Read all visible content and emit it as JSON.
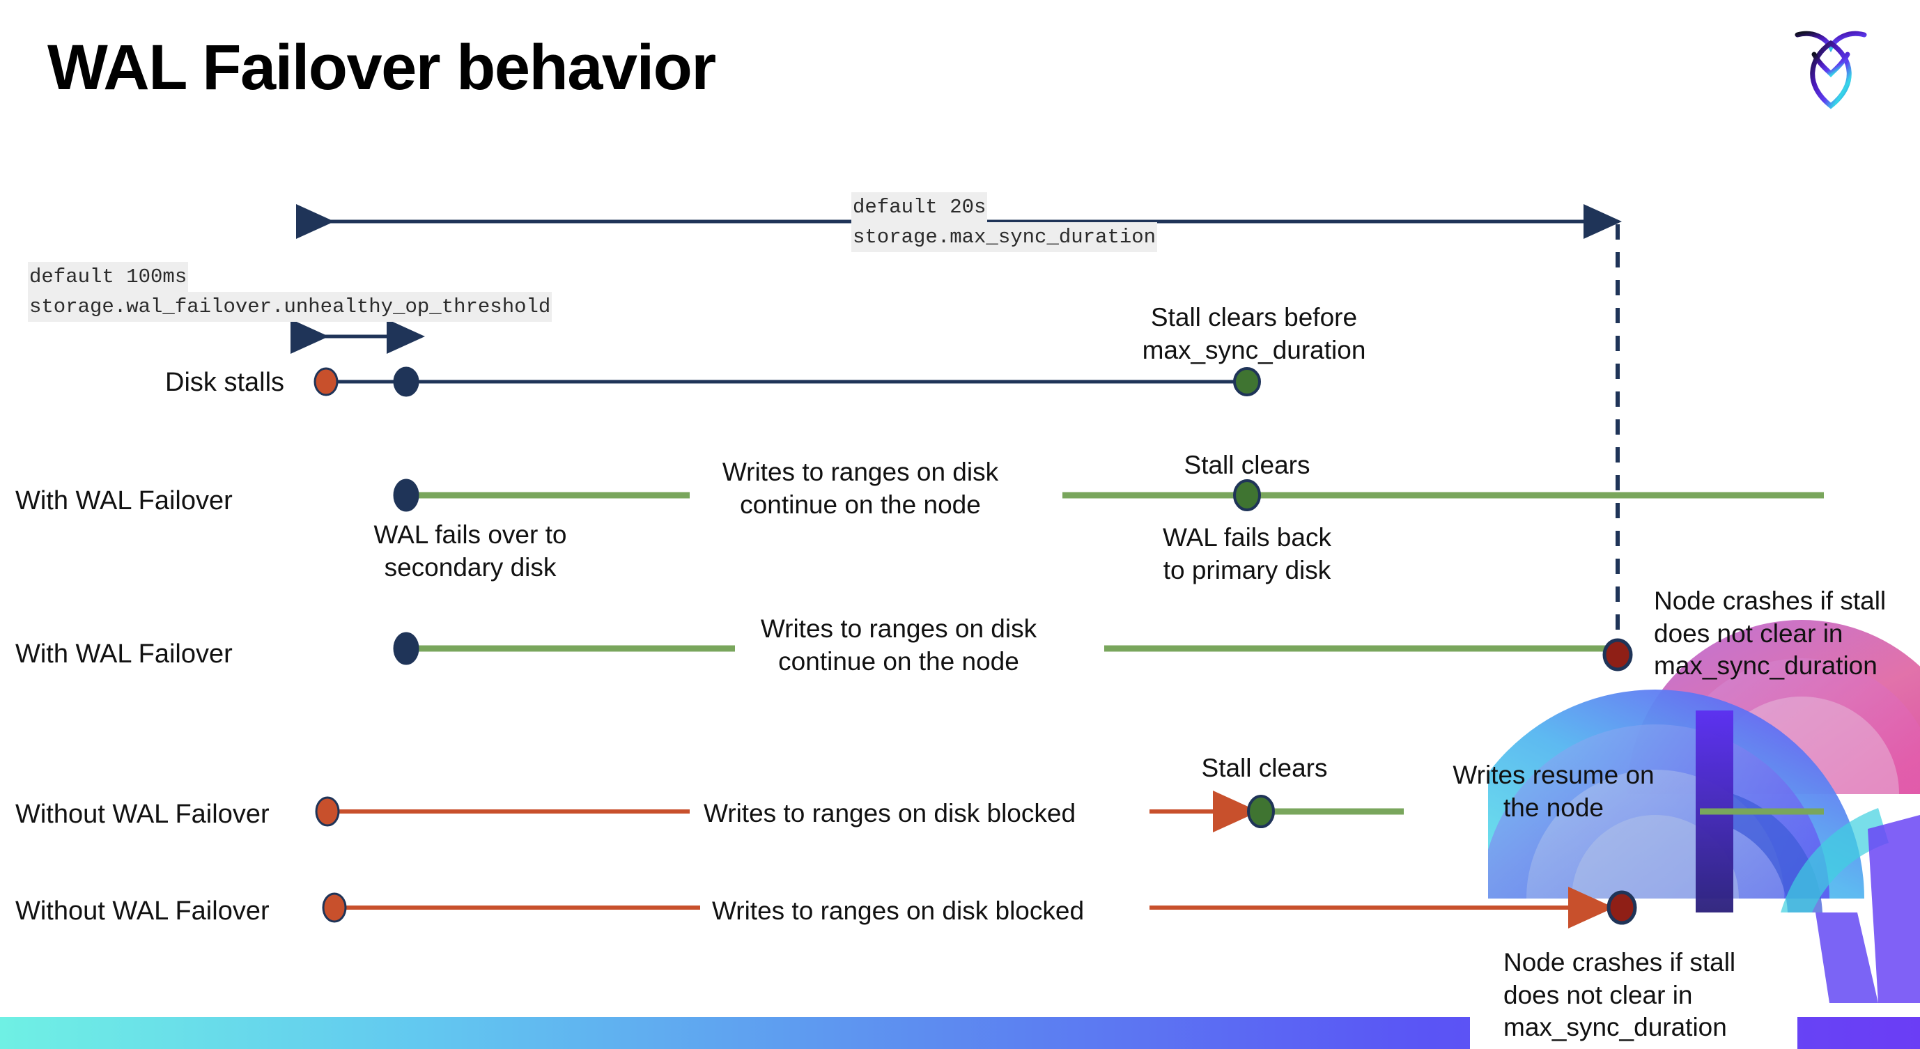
{
  "slide": {
    "title": "WAL Failover behavior",
    "logo_name": "cockroachdb-logo"
  },
  "annotations": {
    "max_sync": {
      "default_line": "default 20s",
      "setting_line": "storage.max_sync_duration"
    },
    "unhealthy_op": {
      "default_line": "default 100ms",
      "setting_line": "storage.wal_failover.unhealthy_op_threshold"
    }
  },
  "rows": [
    {
      "id": "disk-stalls",
      "label": "Disk stalls",
      "notes": [
        {
          "id": "stall-clears-before",
          "text": "Stall clears before\nmax_sync_duration"
        }
      ]
    },
    {
      "id": "with-wal-failover-1",
      "label": "With WAL Failover",
      "notes": [
        {
          "id": "wal-fails-over",
          "text": "WAL fails over to\nsecondary disk"
        },
        {
          "id": "writes-continue-1",
          "text": "Writes to ranges on disk\ncontinue on the node"
        },
        {
          "id": "stall-clears-1",
          "text": "Stall clears"
        },
        {
          "id": "wal-fails-back",
          "text": "WAL fails  back\nto primary disk"
        }
      ]
    },
    {
      "id": "with-wal-failover-2",
      "label": "With WAL Failover",
      "notes": [
        {
          "id": "writes-continue-2",
          "text": "Writes to ranges on disk\ncontinue on the node"
        },
        {
          "id": "node-crashes-1",
          "text": "Node crashes if stall\ndoes not clear in\nmax_sync_duration"
        }
      ]
    },
    {
      "id": "without-wal-failover-1",
      "label": "Without WAL Failover",
      "notes": [
        {
          "id": "writes-blocked-1",
          "text": "Writes to ranges on disk  blocked"
        },
        {
          "id": "stall-clears-2",
          "text": "Stall clears"
        },
        {
          "id": "writes-resume",
          "text": "Writes resume on\nthe node"
        }
      ]
    },
    {
      "id": "without-wal-failover-2",
      "label": "Without WAL Failover",
      "notes": [
        {
          "id": "writes-blocked-2",
          "text": "Writes to ranges on disk  blocked"
        },
        {
          "id": "node-crashes-2",
          "text": "Node crashes if stall\ndoes not clear in\nmax_sync_duration"
        }
      ]
    }
  ],
  "colors": {
    "navy": "#1f3458",
    "green_line": "#79a65c",
    "green_dot": "#3f7431",
    "orange": "#c8502c",
    "dark_red": "#8f1f16",
    "code_bg": "#eeeeee",
    "bar_start": "#6ff0e4",
    "bar_end": "#6b3df5"
  }
}
